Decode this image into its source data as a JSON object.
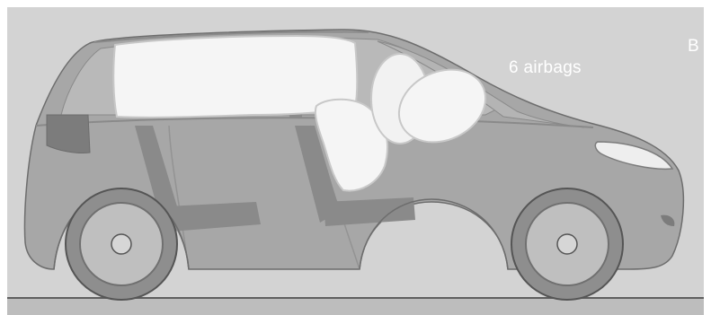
{
  "figure": {
    "panel_letter": "B",
    "airbag_label": "6 airbags"
  },
  "colors": {
    "background": "#d3d3d3",
    "body": "#a7a7a7",
    "glass": "#b9b9b9",
    "dark_parts": "#7c7c7c",
    "tire": "#8e8e8e",
    "airbag": "#f5f5f5",
    "ground": "#5f5f5f"
  },
  "icons": {
    "car": "side-view-minivan",
    "airbag": "inflated-airbag"
  }
}
